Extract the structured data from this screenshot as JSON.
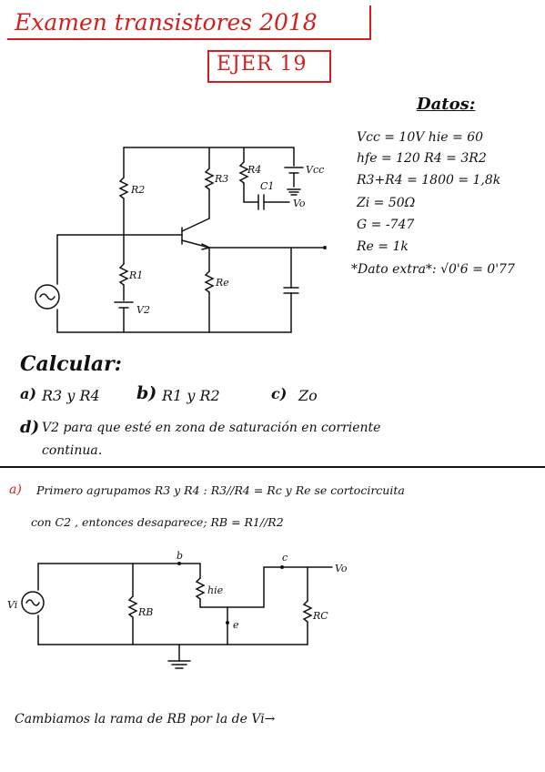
{
  "header": {
    "title": "Examen transistores 2018",
    "exercise": "EJER 19"
  },
  "datos": {
    "title": "Datos:",
    "lines": [
      "Vcc = 10V     hie = 60",
      "hfe = 120    R4 = 3R2",
      "R3+R4 = 1800 = 1,8k",
      "Zi = 50Ω",
      "G = -747",
      "Re = 1k",
      "*Dato extra*: √0'6 = 0'77"
    ]
  },
  "circuit1": {
    "labels": {
      "r2": "R2",
      "r3": "R3",
      "r4": "R4",
      "c1": "C1",
      "vcc": "Vcc",
      "vo": "Vo",
      "r1": "R1",
      "re": "Re",
      "v2": "V2"
    }
  },
  "calcular": {
    "title": "Calcular:",
    "a_letter": "a)",
    "a_text": "R3 y R4",
    "b_letter": "b)",
    "b_text": "R1 y R2",
    "c_letter": "c)",
    "c_text": "Zo",
    "d_letter": "d)",
    "d_text": "V2   para   que   esté  en  zona  de  saturación  en  corriente",
    "d_text2": "continua."
  },
  "solution": {
    "a_marker": "a)",
    "line1": "Primero  agrupamos  R3  y  R4 :  R3//R4 = Rc      y  Re  se  cortocircuita",
    "line2": "con   C2 ,  entonces   desaparece;  RB = R1//R2",
    "line3": "Cambiamos   la  rama   de  RB  por  la  de   Vi→"
  },
  "circuit2": {
    "labels": {
      "b": "b",
      "c": "c",
      "e": "e",
      "hie": "hie",
      "rb": "RB",
      "rc": "RC",
      "vi": "Vi",
      "vo": "Vo"
    }
  }
}
